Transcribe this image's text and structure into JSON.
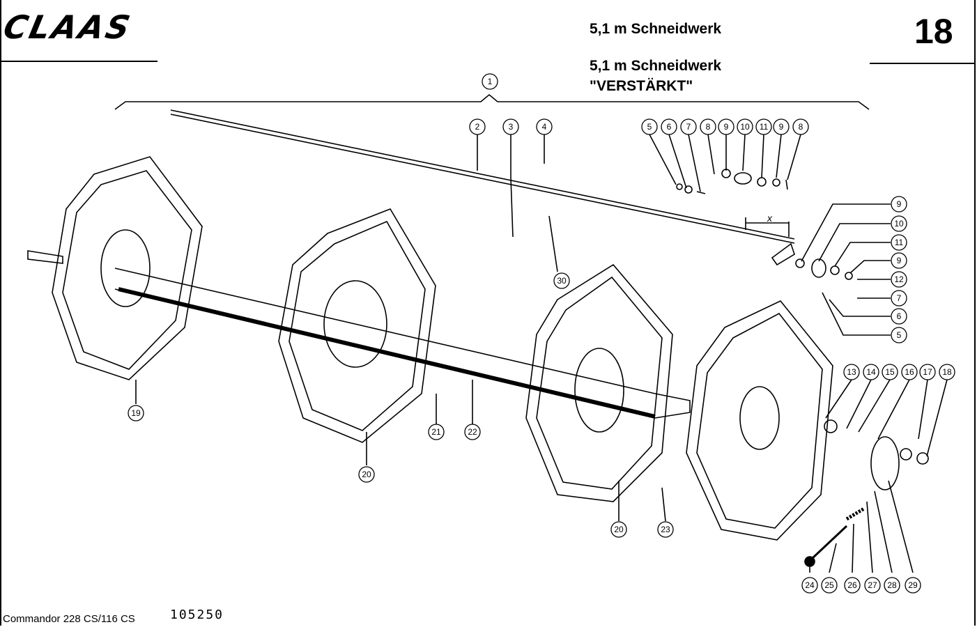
{
  "header": {
    "logo": "CLAAS",
    "title_1": "5,1 m Schneidwerk",
    "title_2": "5,1 m Schneidwerk",
    "title_3": "\"VERSTÄRKT\"",
    "page_number": "18"
  },
  "footer": {
    "model": "Commandor  228 CS/116 CS",
    "code": "105250"
  },
  "diagram": {
    "dimension_label": "x",
    "callouts": [
      "1",
      "2",
      "3",
      "4",
      "5",
      "6",
      "7",
      "8",
      "9",
      "10",
      "11",
      "9",
      "8",
      "9",
      "10",
      "11",
      "9",
      "12",
      "7",
      "6",
      "5",
      "30",
      "19",
      "20",
      "21",
      "22",
      "20",
      "23",
      "13",
      "14",
      "15",
      "16",
      "17",
      "18",
      "24",
      "25",
      "26",
      "27",
      "28",
      "29"
    ]
  }
}
